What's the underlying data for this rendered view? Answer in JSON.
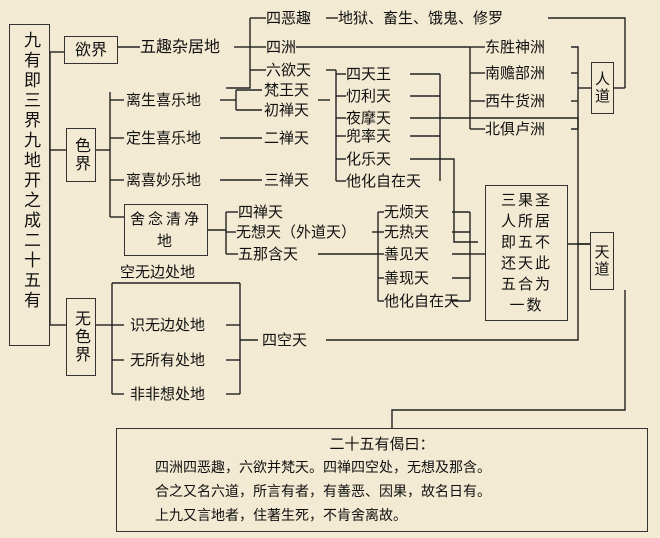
{
  "root": "九有即三界九地开之成二十五有",
  "realms": {
    "desire": "欲界",
    "form": "色界",
    "formless": "无色界"
  },
  "desire_branch": {
    "ground": "五趣杂居地",
    "evil": "四恶趣",
    "evil_list": "地狱、畜生、饿鬼、修罗",
    "continents": "四洲",
    "continent_list": [
      "东胜神洲",
      "南赡部洲",
      "西牛货洲",
      "北俱卢洲"
    ],
    "six_heavens": "六欲天",
    "six_list": [
      "四天王",
      "忉利天",
      "夜摩天",
      "兜率天",
      "化乐天",
      "他化自在天"
    ]
  },
  "form_branch": {
    "ground1": "离生喜乐地",
    "g1_items": [
      "梵王天",
      "初禅天"
    ],
    "ground2": "定生喜乐地",
    "g2_item": "二禅天",
    "ground3": "离喜妙乐地",
    "g3_item": "三禅天",
    "ground4": "舍念清净地",
    "g4_items": [
      "四禅天",
      "无想天（外道天）",
      "五那含天"
    ],
    "pure_abodes": [
      "无烦天",
      "无热天",
      "善见天",
      "善现天",
      "他化自在天"
    ],
    "note": "三果圣人所居即五不还天此五合为一数"
  },
  "formless_branch": {
    "items": [
      "空无边处地",
      "识无边处地",
      "无所有处地",
      "非非想处地"
    ],
    "group": "四空天"
  },
  "paths": {
    "human": "人道",
    "heaven": "天道"
  },
  "verse": {
    "title": "二十五有偈曰：",
    "lines": [
      "四洲四恶趣，六欲并梵天。四禅四空处，无想及那含。",
      "合之又名六道，所言有者，有善恶、因果，故名日有。",
      "上九又言地者，住著生死，不肯舍离故。"
    ]
  }
}
